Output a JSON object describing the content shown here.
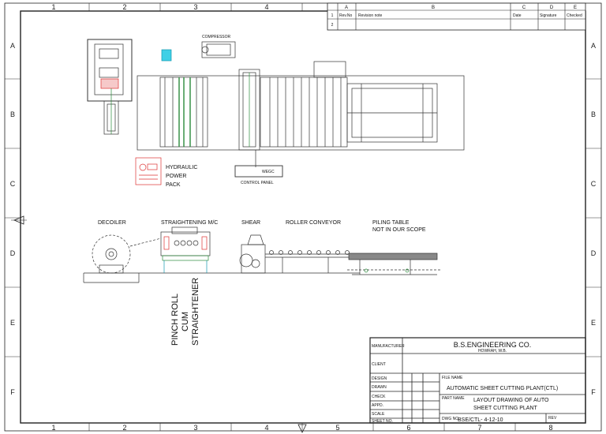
{
  "sheet": {
    "col_labels": [
      "1",
      "2",
      "3",
      "4",
      "5",
      "6",
      "7",
      "8"
    ],
    "row_labels": [
      "A",
      "B",
      "C",
      "D",
      "E",
      "F"
    ]
  },
  "revision_table": {
    "col_letters": [
      "A",
      "B",
      "C",
      "D",
      "E"
    ],
    "headers": [
      "Rev.No",
      "Revision note",
      "Date",
      "Signature",
      "Checked"
    ],
    "rows": [
      "1",
      "2"
    ]
  },
  "plan_labels": {
    "compressor": "COMPRESSOR",
    "hydraulic_1": "HYDRAULIC",
    "hydraulic_2": "POWER",
    "hydraulic_3": "PACK",
    "control_panel": "CONTROL PANEL",
    "panel_tag": "WEGC"
  },
  "elevation_labels": {
    "decoiler": "DECOILER",
    "straightening": "STRAIGHTENING M/C",
    "shear": "SHEAR",
    "roller_conveyor": "ROLLER CONVEYOR",
    "piling_1": "PILING TABLE",
    "piling_2": "NOT IN OUR SCOPE",
    "pinch_1": "PINCH ROLL",
    "pinch_2": "CUM",
    "pinch_3": "STRAIGHTENER"
  },
  "title_block": {
    "manufacturer_label": "MANUFACTURER",
    "company": "B.S.ENGINEERING CO.",
    "city": "HOWRAH, W.B.",
    "client_label": "CLIENT",
    "design_label": "DESIGN",
    "drawn_label": "DRAWN",
    "check_label": "CHECK",
    "appd_label": "APPD.",
    "scale_label": "SCALE",
    "sheet_label": "SHEET NO.",
    "file_name_label": "FILE NAME",
    "file_name": "AUTOMATIC SHEET CUTTING PLANT(CTL)",
    "part_name_label": "PART NAME",
    "part_name_1": "LAYOUT DRAWING OF AUTO",
    "part_name_2": "SHEET CUTTING PLANT",
    "dwg_label": "DWG NO.",
    "dwg_no": "BSE/CTL- 4-12-10",
    "rev_label": "REV"
  }
}
